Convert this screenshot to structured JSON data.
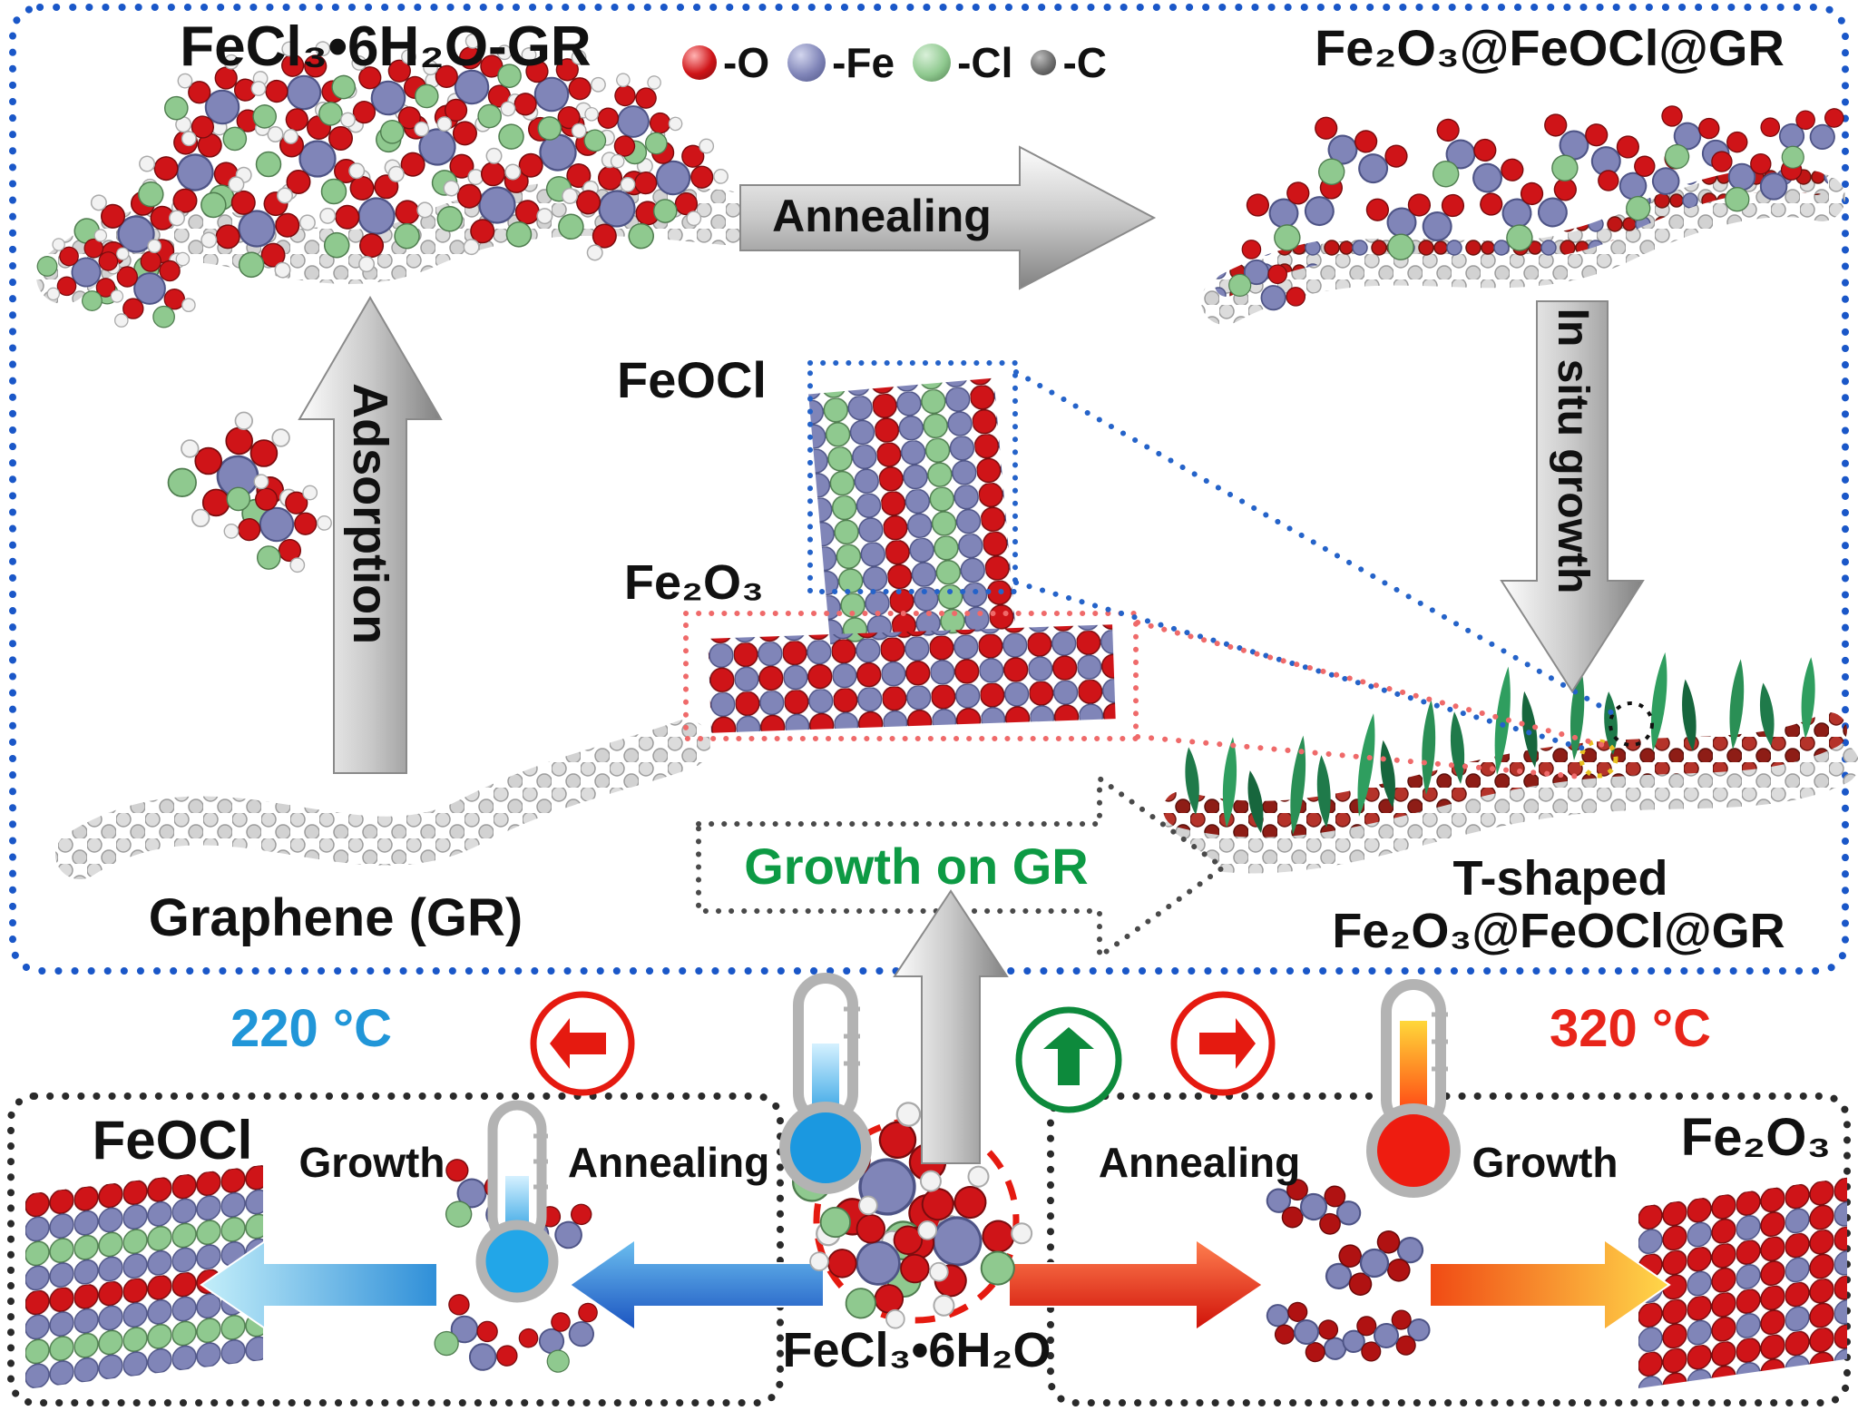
{
  "top": {
    "left_structure_title": "FeCl₃•6H₂O-GR",
    "right_structure_title": "Fe₂O₃@FeOCl@GR",
    "legend": {
      "o": "-O",
      "fe": "-Fe",
      "cl": "-Cl",
      "c": "-C"
    },
    "annealing_arrow_label": "Annealing",
    "adsorption_arrow_label": "Adsorption",
    "in_situ_arrow_label": "In situ growth",
    "growth_on_gr_label": "Growth on GR",
    "feocl_label": "FeOCl",
    "fe2o3_label": "Fe₂O₃",
    "graphene_label": "Graphene (GR)",
    "t_shaped_line1": "T-shaped",
    "t_shaped_line2": "Fe₂O₃@FeOCl@GR"
  },
  "bottom": {
    "low_temp": "220 °C",
    "high_temp": "320 °C",
    "left_box": {
      "product_label": "FeOCl",
      "growth_label": "Growth",
      "annealing_label": "Annealing"
    },
    "right_box": {
      "annealing_label": "Annealing",
      "growth_label": "Growth",
      "product_label": "Fe₂O₃"
    },
    "precursor_label": "FeCl₃•6H₂O"
  },
  "colors": {
    "oxygen": "#cf1418",
    "iron": "#8085b8",
    "chlorine": "#8fc98f",
    "carbon": "#6e6e6e",
    "cold_blue": "#2196d8",
    "hot_red": "#e8251a",
    "growth_green": "#0d9a44",
    "border_blue": "#1a57c8"
  }
}
